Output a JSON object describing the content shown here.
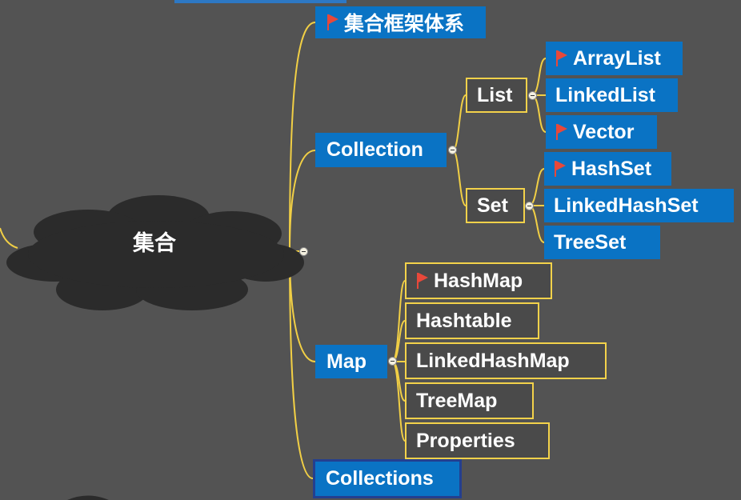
{
  "root": {
    "label": "集合"
  },
  "branches": {
    "framework": {
      "label": "集合框架体系",
      "flagged": true
    },
    "collection": {
      "label": "Collection"
    },
    "map": {
      "label": "Map"
    },
    "collections": {
      "label": "Collections"
    }
  },
  "collection_children": {
    "list": {
      "label": "List"
    },
    "set": {
      "label": "Set"
    }
  },
  "list_children": [
    {
      "label": "ArrayList",
      "flagged": true
    },
    {
      "label": "LinkedList",
      "flagged": false
    },
    {
      "label": "Vector",
      "flagged": true
    }
  ],
  "set_children": [
    {
      "label": "HashSet",
      "flagged": true
    },
    {
      "label": "LinkedHashSet",
      "flagged": false
    },
    {
      "label": "TreeSet",
      "flagged": false
    }
  ],
  "map_children": [
    {
      "label": "HashMap",
      "flagged": true
    },
    {
      "label": "Hashtable",
      "flagged": false
    },
    {
      "label": "LinkedHashMap",
      "flagged": false
    },
    {
      "label": "TreeMap",
      "flagged": false
    },
    {
      "label": "Properties",
      "flagged": false
    }
  ],
  "colors": {
    "background": "#535353",
    "topic_fill": "#0a73c4",
    "outline": "#f3d24a",
    "connector": "#f1cf45",
    "flag": "#e8483a",
    "cloud": "#2b2b2b"
  }
}
